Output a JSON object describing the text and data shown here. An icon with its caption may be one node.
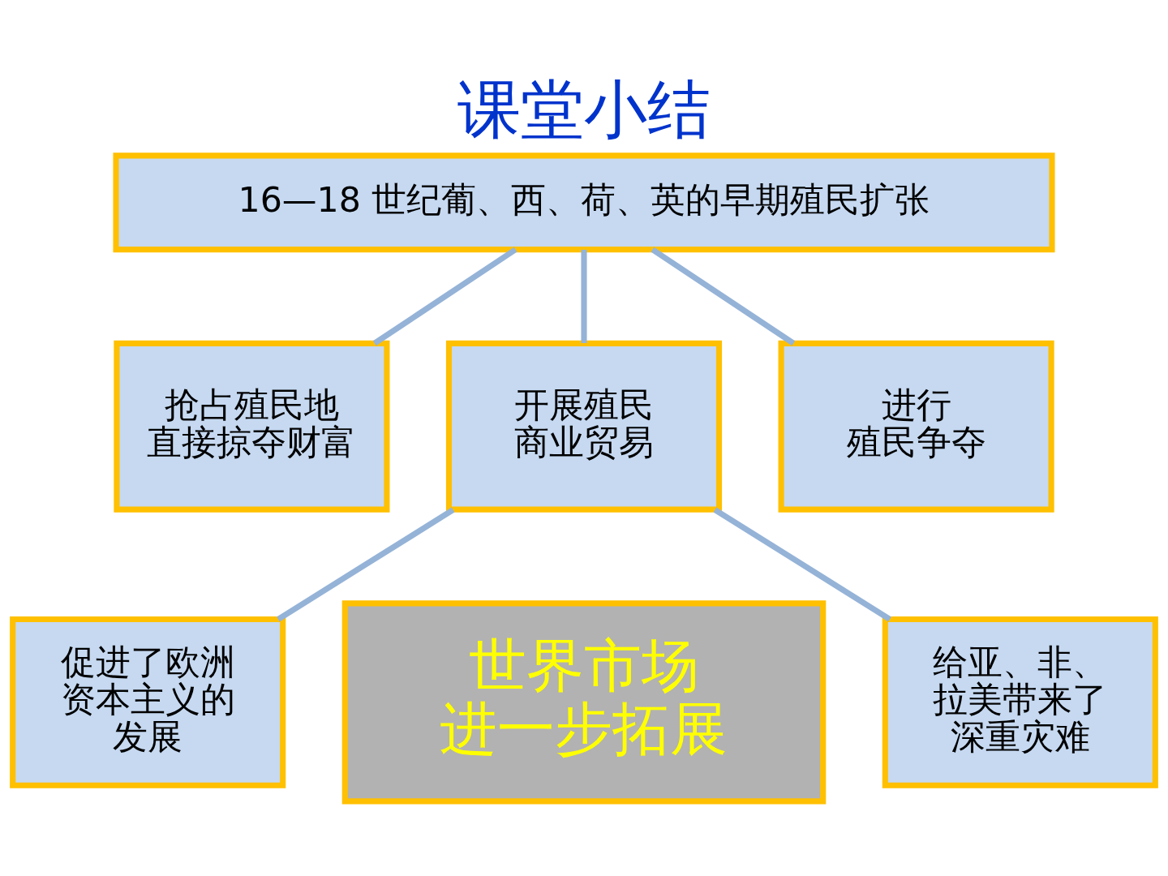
{
  "diagram": {
    "title": "课堂小结",
    "nodes": [
      {
        "text": [
          "16—18 世纪葡、西、荷、英的早期殖民扩张"
        ]
      },
      {
        "text": [
          "抢占殖民地直接掠夺财富"
        ]
      },
      {
        "text": [
          "开展殖民商业贸易"
        ]
      },
      {
        "text": [
          "进行殖民争夺"
        ]
      },
      {
        "text": [
          "促进了欧洲资本主义的发展"
        ]
      },
      {
        "text": [
          "世界市场进一步拓展"
        ]
      },
      {
        "text": [
          "给亚、非、拉美带来了深重灾难"
        ]
      }
    ],
    "edges": [
      {
        "from": 0,
        "to": 1,
        "arrow": "none"
      },
      {
        "from": 0,
        "to": 2,
        "arrow": "none"
      },
      {
        "from": 0,
        "to": 3,
        "arrow": "none"
      },
      {
        "from": 2,
        "to": 4,
        "arrow": "none"
      },
      {
        "from": 2,
        "to": 6,
        "arrow": "none"
      }
    ]
  }
}
